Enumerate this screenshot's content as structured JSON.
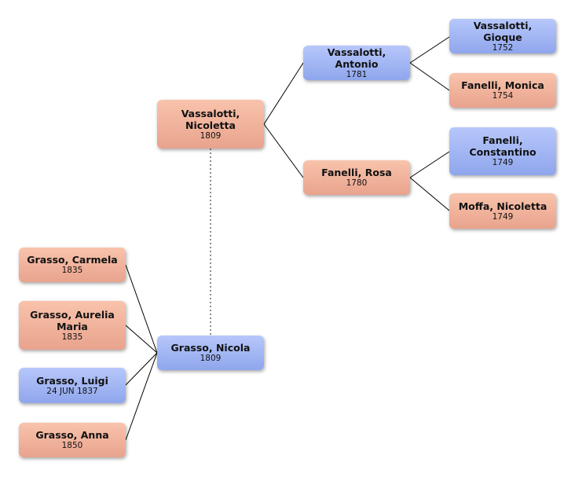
{
  "people": {
    "nicoletta_vassalotti": {
      "name": "Vassalotti, Nicoletta",
      "date": "1809",
      "sex": "female"
    },
    "antonio_vassalotti": {
      "name": "Vassalotti, Antonio",
      "date": "1781",
      "sex": "male"
    },
    "rosa_fanelli": {
      "name": "Fanelli, Rosa",
      "date": "1780",
      "sex": "female"
    },
    "gioque_vassalotti": {
      "name": "Vassalotti, Gioque",
      "date": "1752",
      "sex": "male"
    },
    "monica_fanelli": {
      "name": "Fanelli, Monica",
      "date": "1754",
      "sex": "female"
    },
    "constantino_fanelli": {
      "name": "Fanelli, Constantino",
      "date": "1749",
      "sex": "male"
    },
    "nicoletta_moffa": {
      "name": "Moffa, Nicoletta",
      "date": "1749",
      "sex": "female"
    },
    "nicola_grasso": {
      "name": "Grasso, Nicola",
      "date": "1809",
      "sex": "male"
    },
    "carmela_grasso": {
      "name": "Grasso, Carmela",
      "date": "1835",
      "sex": "female"
    },
    "aurelia_grasso": {
      "name": "Grasso, Aurelia Maria",
      "date": "1835",
      "sex": "female"
    },
    "luigi_grasso": {
      "name": "Grasso, Luigi",
      "date": "24 JUN 1837",
      "sex": "male"
    },
    "anna_grasso": {
      "name": "Grasso, Anna",
      "date": "1850",
      "sex": "female"
    }
  },
  "colors": {
    "female": "#f0b09a",
    "male": "#a5b8f5",
    "line": "#000000"
  },
  "relationships": {
    "parent_of": [
      [
        "antonio_vassalotti",
        "nicoletta_vassalotti"
      ],
      [
        "rosa_fanelli",
        "nicoletta_vassalotti"
      ],
      [
        "gioque_vassalotti",
        "antonio_vassalotti"
      ],
      [
        "monica_fanelli",
        "antonio_vassalotti"
      ],
      [
        "constantino_fanelli",
        "rosa_fanelli"
      ],
      [
        "nicoletta_moffa",
        "rosa_fanelli"
      ],
      [
        "nicola_grasso",
        "carmela_grasso"
      ],
      [
        "nicola_grasso",
        "aurelia_grasso"
      ],
      [
        "nicola_grasso",
        "luigi_grasso"
      ],
      [
        "nicola_grasso",
        "anna_grasso"
      ]
    ],
    "spouse_of": [
      [
        "nicoletta_vassalotti",
        "nicola_grasso"
      ]
    ]
  }
}
